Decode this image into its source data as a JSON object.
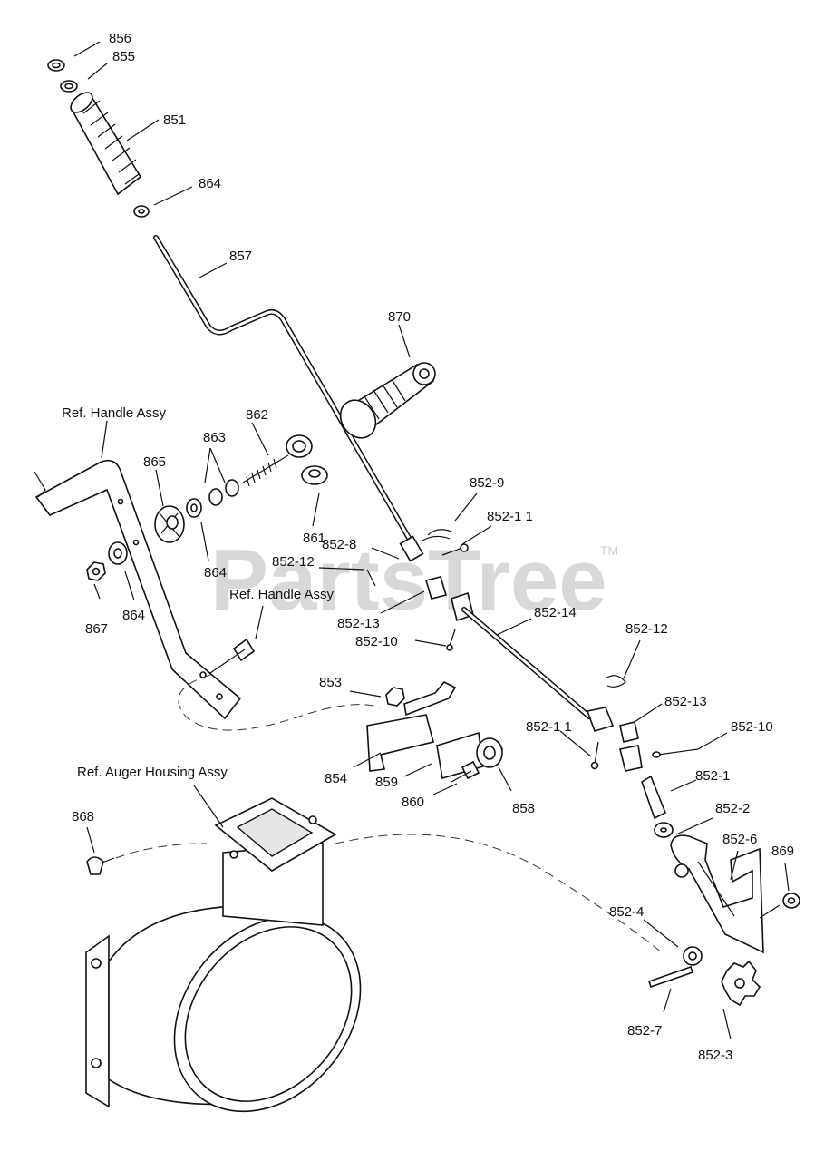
{
  "watermark": "PartsTree",
  "watermark_tm": "TM",
  "labels": {
    "p856": "856",
    "p855": "855",
    "p851": "851",
    "p864a": "864",
    "p857": "857",
    "p870": "870",
    "ref_handle_1": "Ref. Handle Assy",
    "p862": "862",
    "p863": "863",
    "p865": "865",
    "p861": "861",
    "p864b": "864",
    "p867": "867",
    "p864c": "864",
    "ref_handle_2": "Ref. Handle Assy",
    "p852_9": "852-9",
    "p852_11a": "852-1 1",
    "p852_8": "852-8",
    "p852_12a": "852-12",
    "p852_13a": "852-13",
    "p852_14": "852-14",
    "p852_10a": "852-10",
    "p852_12b": "852-12",
    "p853": "853",
    "p852_13b": "852-13",
    "p852_11b": "852-1 1",
    "p852_10b": "852-10",
    "p854": "854",
    "p859": "859",
    "p860": "860",
    "p858": "858",
    "p852_1": "852-1",
    "ref_auger": "Ref. Auger Housing Assy",
    "p868": "868",
    "p852_2": "852-2",
    "p852_6": "852-6",
    "p869": "869",
    "p852_4": "852-4",
    "p852_7": "852-7",
    "p852_3": "852-3"
  }
}
